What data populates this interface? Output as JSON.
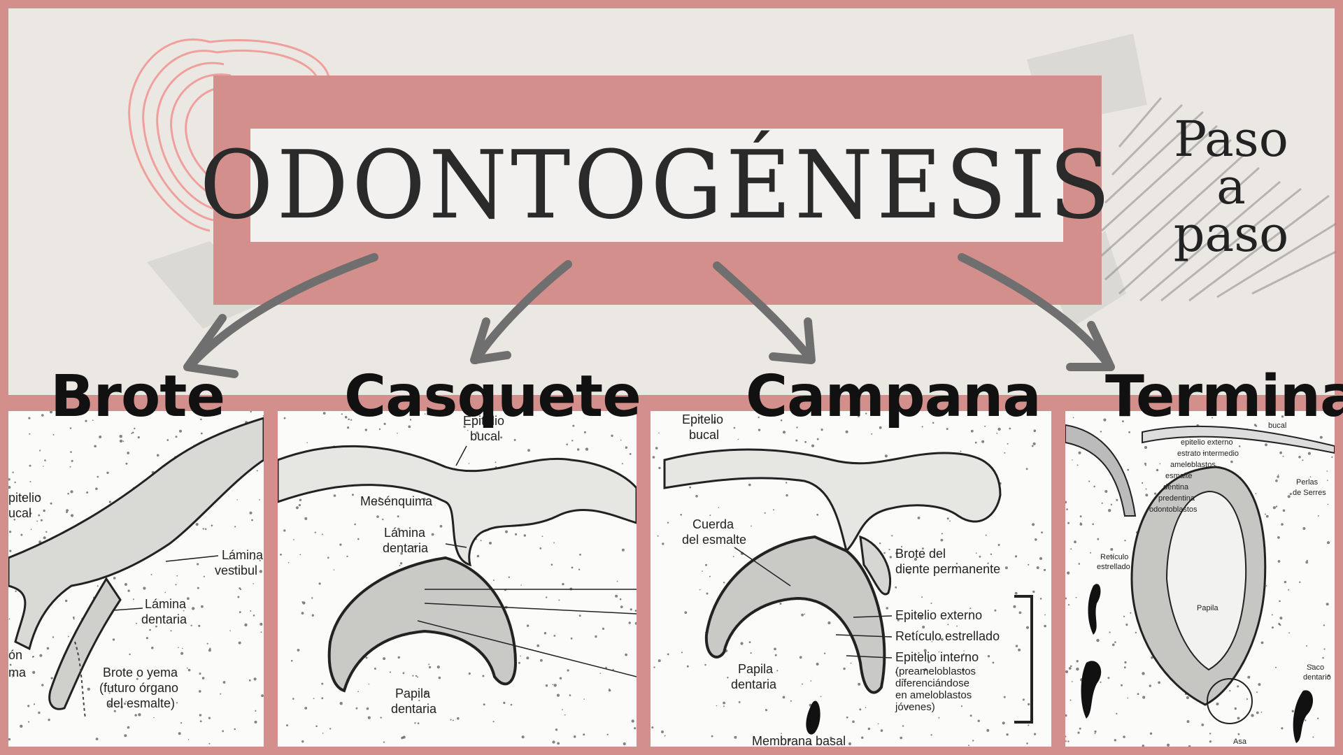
{
  "title": "ODONTOGÉNESIS",
  "tagline": [
    "Paso",
    "a",
    "paso"
  ],
  "stages": [
    {
      "label": "Brote"
    },
    {
      "label": "Casquete"
    },
    {
      "label": "Campana"
    },
    {
      "label": "Terminal"
    }
  ],
  "panels": {
    "brote": {
      "labels": [
        "pitelio",
        "ucal",
        "Lámina",
        "vestibul",
        "Lámina",
        "dentaria",
        "Brote o yema",
        "(futuro órgano",
        "del esmalte)",
        "ón",
        "ma"
      ]
    },
    "casquete": {
      "labels": [
        "Epitelio",
        "bucal",
        "Mesénquima",
        "Lámina",
        "dentaria",
        "Papila",
        "dentaria"
      ]
    },
    "campana": {
      "labels": [
        "Epitelio",
        "bucal",
        "Cuerda",
        "del esmalte",
        "Brote del",
        "diente permanente",
        "Epitelio externo",
        "Retículo estrellado",
        "Epitelio interno",
        "(preameloblastos",
        "diferenciándose",
        "en ameloblastos",
        "jóvenes)",
        "Papila",
        "dentaria",
        "Membrana basal"
      ]
    },
    "terminal": {
      "labels": [
        "bucal",
        "epitelio externo",
        "estrato intermedio",
        "ameloblastos",
        "esmalte",
        "dentina",
        "predentina",
        "odontoblastos",
        "Perlas",
        "de Serres",
        "Retículo",
        "estrellado",
        "Papila",
        "Saco",
        "dentario",
        "Asa"
      ]
    }
  },
  "colors": {
    "frame": "#d38f8c",
    "panel_bg": "#ebe8e4",
    "title_box": "#f2f1ef",
    "arrow": "#6f6f6f",
    "scribble": "#f0a09c"
  }
}
